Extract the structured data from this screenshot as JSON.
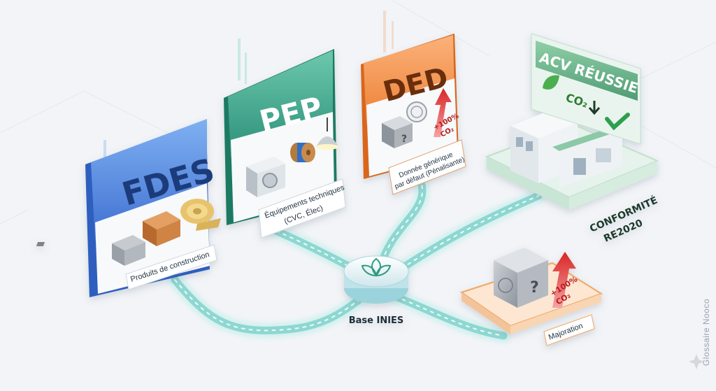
{
  "cards": {
    "fdes": {
      "title": "FDES",
      "caption": "Produits de construction"
    },
    "pep": {
      "title": "PEP",
      "caption_line1": "Équipements techniques",
      "caption_line2": "(CVC, Élec)"
    },
    "ded": {
      "title": "DED",
      "badge_line1": "+100%",
      "badge_line2": "CO₂",
      "caption_line1": "Donnée générique",
      "caption_line2": "par défaut (Pénalisante)"
    }
  },
  "hub": {
    "label": "Base INIES"
  },
  "majoration": {
    "label": "Majoration",
    "badge_line1": "+100%",
    "badge_line2": "CO₂"
  },
  "acv": {
    "banner": "ACV RÉUSSIE",
    "co2_label": "CO₂",
    "conformity_line1": "CONFORMITÉ",
    "conformity_line2": "RE2020"
  },
  "brand": {
    "text": "Glossaire Nooco"
  },
  "colors": {
    "fdes": "#4a7fd6",
    "pep": "#2f9b80",
    "ded": "#ee8a3e",
    "acv": "#5fae84",
    "pipe": "#9fded9",
    "penalty": "#e43b3b"
  }
}
